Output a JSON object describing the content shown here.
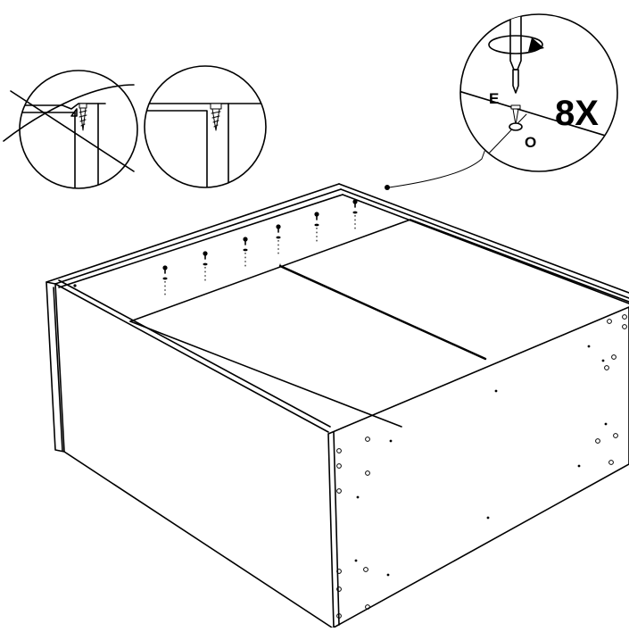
{
  "step": {
    "quantity_label": "8X",
    "callout_letters": [
      "E",
      "O"
    ]
  },
  "icons": {
    "screwdriver": "screwdriver-icon",
    "rotation": "rotate-clockwise-icon",
    "screw": "screw-icon"
  },
  "details": {
    "wrong": "wrong-insertion-detail",
    "correct": "correct-insertion-detail"
  }
}
